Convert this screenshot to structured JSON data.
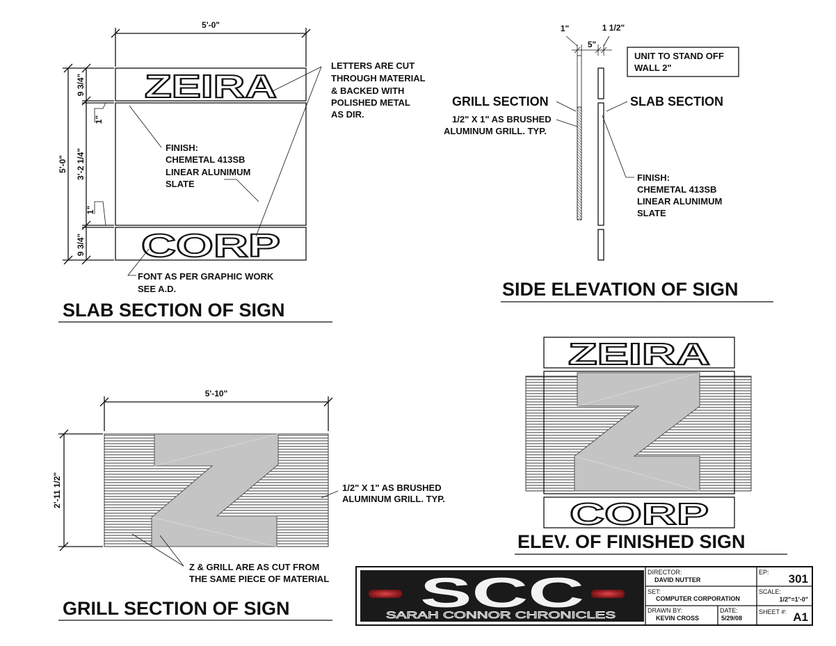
{
  "slab_section": {
    "title": "SLAB SECTION OF SIGN",
    "top_word": "ZEIRA",
    "bottom_word": "CORP",
    "dim_width": "5'-0\"",
    "dim_height": "5'-0\"",
    "dim_top_band": "9 3/4\"",
    "dim_gap_top": "1\"",
    "dim_middle": "3'-2 1/4\"",
    "dim_gap_bottom": "1\"",
    "dim_bottom_band": "9 3/4\"",
    "note_letters": [
      "LETTERS ARE CUT",
      "THROUGH MATERIAL",
      "& BACKED WITH",
      "POLISHED METAL",
      "AS DIR."
    ],
    "note_finish": [
      "FINISH:",
      "CHEMETAL 413SB",
      "LINEAR ALUNIMUM",
      "SLATE"
    ],
    "note_font": [
      "FONT AS PER GRAPHIC WORK",
      "SEE A.D."
    ]
  },
  "side_elevation": {
    "title": "SIDE ELEVATION OF SIGN",
    "dim_left": "1\"",
    "dim_right": "1 1/2\"",
    "dim_gap": "5\"",
    "note_standoff": [
      "UNIT TO STAND OFF",
      "WALL 2\""
    ],
    "label_grill": "GRILL SECTION",
    "label_slab": "SLAB SECTION",
    "note_grill": [
      "1/2\" X 1\" AS BRUSHED",
      "ALUMINUM GRILL. TYP."
    ],
    "note_finish": [
      "FINISH:",
      "CHEMETAL 413SB",
      "LINEAR ALUNIMUM",
      "SLATE"
    ]
  },
  "grill_section": {
    "title": "GRILL SECTION OF SIGN",
    "dim_width": "5'-10\"",
    "dim_height": "2'-11 1/2\"",
    "note_grill": [
      "1/2\" X 1\" AS BRUSHED",
      "ALUMINUM GRILL. TYP."
    ],
    "note_cut": [
      "Z & GRILL ARE AS CUT FROM",
      "THE SAME PIECE OF MATERIAL"
    ]
  },
  "finished_sign": {
    "title": "ELEV. OF FINISHED SIGN",
    "top_word": "ZEIRA",
    "bottom_word": "CORP"
  },
  "title_block": {
    "logo_text": "SCC",
    "logo_subtitle": "SARAH CONNOR CHRONICLES",
    "director_label": "DIRECTOR:",
    "director": "DAVID NUTTER",
    "ep_label": "EP:",
    "ep": "301",
    "set_label": "SET:",
    "set": "COMPUTER CORPORATION",
    "scale_label": "SCALE:",
    "scale": "1/2\"=1'-0\"",
    "drawn_label": "DRAWN BY:",
    "drawn_by": "KEVIN CROSS",
    "date_label": "DATE:",
    "date": "5/29/08",
    "sheet_label": "SHEET #:",
    "sheet": "A1"
  },
  "colors": {
    "ink": "#111111",
    "metal": "#c4c4c4",
    "logo_bg": "#1a1a1a",
    "logo_accent": "#c0272d"
  }
}
